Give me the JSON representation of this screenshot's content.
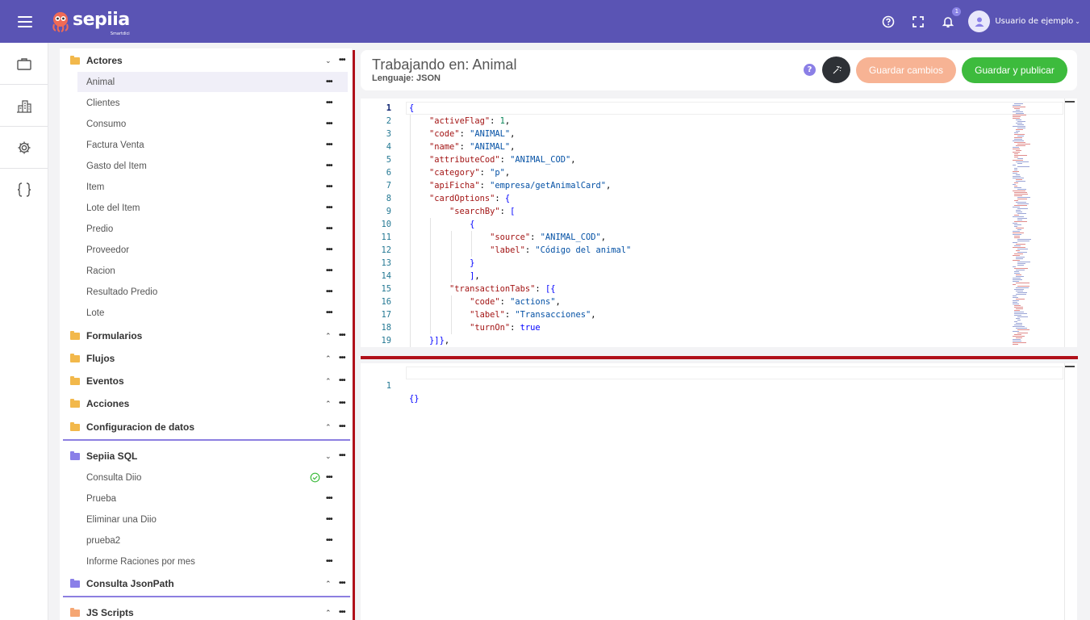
{
  "app": {
    "brand": "sepiia",
    "brand_sub": "Smartdici",
    "user_name": "Usuario de ejemplo",
    "notification_count": "1"
  },
  "colors": {
    "topbar": "#5a54b4",
    "accent": "#8c7fe0",
    "splitter": "#b0101a",
    "save_button": "#f7b394",
    "publish_button": "#3dbb3d"
  },
  "rail": {
    "items": [
      "briefcase-icon",
      "buildings-icon",
      "gear-icon",
      "braces-icon"
    ]
  },
  "tree": {
    "sections": [
      {
        "label": "Actores",
        "expanded": true,
        "color": "#f2b84b",
        "items": [
          "Animal",
          "Clientes",
          "Consumo",
          "Factura Venta",
          "Gasto del Item",
          "Item",
          "Lote del Item",
          "Predio",
          "Proveedor",
          "Racion",
          "Resultado Predio",
          "Lote"
        ]
      },
      {
        "label": "Formularios",
        "expanded": false,
        "color": "#f2b84b"
      },
      {
        "label": "Flujos",
        "expanded": false,
        "color": "#f2b84b"
      },
      {
        "label": "Eventos",
        "expanded": false,
        "color": "#f2b84b"
      },
      {
        "label": "Acciones",
        "expanded": false,
        "color": "#f2b84b"
      },
      {
        "label": "Configuracion de datos",
        "expanded": false,
        "color": "#f2b84b"
      },
      {
        "label": "Sepiia SQL",
        "expanded": true,
        "color": "#8a7fe8",
        "items": [
          "Consulta Diio",
          "Prueba",
          "Eliminar una Diio",
          "prueba2",
          "Informe Raciones por mes"
        ]
      },
      {
        "label": "Consulta JsonPath",
        "expanded": false,
        "color": "#8a7fe8"
      },
      {
        "label": "JS Scripts",
        "expanded": false,
        "color": "#f5a673"
      }
    ],
    "selected_item": "Animal",
    "more_glyph": "•••"
  },
  "editor": {
    "title": "Trabajando en: Animal",
    "language": "Lenguaje: JSON",
    "help": "?",
    "save_label": "Guardar cambios",
    "publish_label": "Guardar y publicar",
    "lines": [
      "{",
      "    \"activeFlag\": 1,",
      "    \"code\": \"ANIMAL\",",
      "    \"name\": \"ANIMAL\",",
      "    \"attributeCod\": \"ANIMAL_COD\",",
      "    \"category\": \"p\",",
      "    \"apiFicha\": \"empresa/getAnimalCard\",",
      "    \"cardOptions\": {",
      "        \"searchBy\": [",
      "            {",
      "                \"source\": \"ANIMAL_COD\",",
      "                \"label\": \"Código del animal\"",
      "            }",
      "            ],",
      "        \"transactionTabs\": [{",
      "            \"code\": \"actions\",",
      "            \"label\": \"Transacciones\",",
      "            \"turnOn\": true",
      "    }]},"
    ],
    "second_pane_lines": [
      "{}"
    ]
  }
}
